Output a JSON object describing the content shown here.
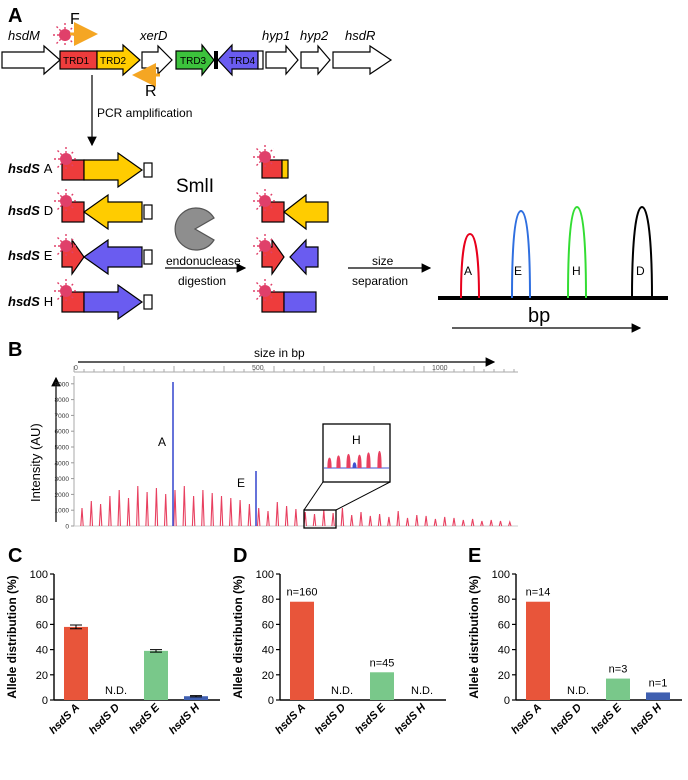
{
  "panel_labels": {
    "a": "A",
    "b": "B",
    "c": "C",
    "d": "D",
    "e": "E"
  },
  "operon": {
    "genes": {
      "hsdM": "hsdM",
      "xerD": "xerD",
      "hyp1": "hyp1",
      "hyp2": "hyp2",
      "hsdR": "hsdR"
    },
    "trd": {
      "trd1": "TRD1",
      "trd2": "TRD2",
      "trd3": "TRD3",
      "trd4": "TRD4"
    },
    "primers": {
      "forward": "F",
      "reverse": "R"
    },
    "pcr_label": "PCR amplification"
  },
  "alleles": {
    "prefix": "hsdS",
    "items": [
      {
        "letter": "A"
      },
      {
        "letter": "D"
      },
      {
        "letter": "E"
      },
      {
        "letter": "H"
      }
    ]
  },
  "digestion": {
    "enzyme": "SmlI",
    "label_line1": "endonuclease",
    "label_line2": "digestion"
  },
  "separation": {
    "label_line1": "size",
    "label_line2": "separation",
    "peaks": [
      "A",
      "E",
      "H",
      "D"
    ],
    "axis_label": "bp"
  },
  "colors": {
    "red": "#ee3c3c",
    "yellow": "#ffcc00",
    "green": "#3cc23c",
    "blue": "#6a5cf0",
    "bar_red": "#e8553a",
    "bar_green": "#79c88a",
    "bar_blue": "#3f5fb0",
    "peak_red": "#e8001c",
    "peak_blue": "#2f6fe0",
    "peak_green": "#33dd33",
    "trace_red": "#e84060",
    "trace_blue": "#4050d0"
  },
  "electropherogram": {
    "size_axis_label": "size in bp",
    "size_ticks": [
      "0",
      "500",
      "1000"
    ],
    "y_label": "Intensity (AU)",
    "y_ticks": [
      "0",
      "1000",
      "2000",
      "3000",
      "4000",
      "5000",
      "6000",
      "7000",
      "8000",
      "9000"
    ],
    "peak_labels": {
      "a": "A",
      "e": "E",
      "h": "H"
    }
  },
  "chart_data": [
    {
      "panel": "C",
      "type": "bar",
      "categories": [
        "hsdS A",
        "hsdS D",
        "hsdS E",
        "hsdS H"
      ],
      "values": [
        58,
        0,
        39,
        3
      ],
      "errors": [
        1.5,
        0,
        1,
        0.5
      ],
      "annotations": [
        "",
        "N.D.",
        "",
        ""
      ],
      "ylabel": "Allele distribution (%)",
      "ylim": [
        0,
        100
      ],
      "yticks": [
        "0",
        "20",
        "40",
        "60",
        "80",
        "100"
      ]
    },
    {
      "panel": "D",
      "type": "bar",
      "categories": [
        "hsdS A",
        "hsdS D",
        "hsdS E",
        "hsdS H"
      ],
      "values": [
        78,
        0,
        22,
        0
      ],
      "annotations": [
        "n=160",
        "N.D.",
        "n=45",
        "N.D."
      ],
      "ylabel": "Allele distribution (%)",
      "ylim": [
        0,
        100
      ],
      "yticks": [
        "0",
        "20",
        "40",
        "60",
        "80",
        "100"
      ]
    },
    {
      "panel": "E",
      "type": "bar",
      "categories": [
        "hsdS A",
        "hsdS D",
        "hsdS E",
        "hsdS H"
      ],
      "values": [
        78,
        0,
        17,
        6
      ],
      "annotations": [
        "n=14",
        "N.D.",
        "n=3",
        "n=1"
      ],
      "ylabel": "Allele distribution (%)",
      "ylim": [
        0,
        100
      ],
      "yticks": [
        "0",
        "20",
        "40",
        "60",
        "80",
        "100"
      ]
    }
  ]
}
